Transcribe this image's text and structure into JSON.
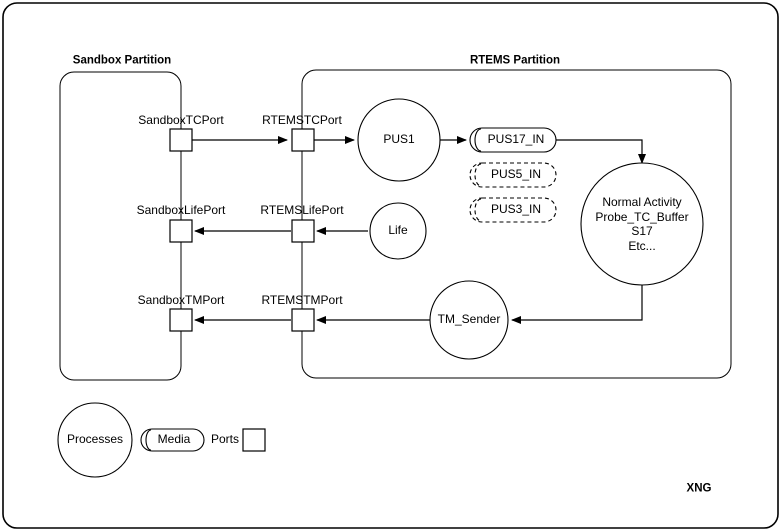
{
  "diagram": {
    "title_footer": "XNG",
    "partitions": [
      {
        "id": "sandbox",
        "label": "Sandbox Partition"
      },
      {
        "id": "rtems",
        "label": "RTEMS Partition"
      }
    ],
    "ports": [
      {
        "id": "sandbox-tc",
        "label": "SandboxTCPort"
      },
      {
        "id": "rtems-tc",
        "label": "RTEMSTCPort"
      },
      {
        "id": "sandbox-life",
        "label": "SandboxLifePort"
      },
      {
        "id": "rtems-life",
        "label": "RTEMSLifePort"
      },
      {
        "id": "sandbox-tm",
        "label": "SandboxTMPort"
      },
      {
        "id": "rtems-tm",
        "label": "RTEMSTMPort"
      }
    ],
    "processes": [
      {
        "id": "pus1",
        "label": "PUS1"
      },
      {
        "id": "life",
        "label": "Life"
      },
      {
        "id": "tm-sender",
        "label": "TM_Sender"
      },
      {
        "id": "normal-activity",
        "lines": [
          "Normal Activity",
          "Probe_TC_Buffer",
          "S17",
          "Etc..."
        ]
      }
    ],
    "media": [
      {
        "id": "pus17-in",
        "label": "PUS17_IN",
        "style": "solid"
      },
      {
        "id": "pus5-in",
        "label": "PUS5_IN",
        "style": "dashed"
      },
      {
        "id": "pus3-in",
        "label": "PUS3_IN",
        "style": "dashed"
      }
    ],
    "legend": {
      "processes_label": "Processes",
      "media_label": "Media",
      "ports_label": "Ports"
    },
    "colors": {
      "stroke": "#000000",
      "fill": "#ffffff",
      "text": "#000000"
    }
  }
}
